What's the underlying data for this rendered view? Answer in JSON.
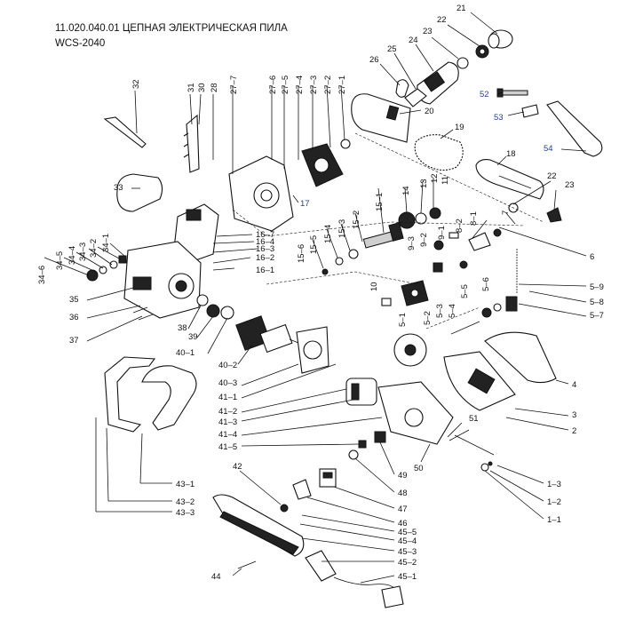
{
  "header": {
    "title": "11.020.040.01 ЦЕПНАЯ ЭЛЕКТРИЧЕСКАЯ ПИЛА",
    "model": "WCS-2040"
  },
  "labels": {
    "l21": "21",
    "l22a": "22",
    "l23a": "23",
    "l24": "24",
    "l25": "25",
    "l26": "26",
    "l20": "20",
    "l19": "19",
    "l18": "18",
    "l22b": "22",
    "l23b": "23",
    "l52": "52",
    "l53": "53",
    "l54": "54",
    "l32": "32",
    "l31": "31",
    "l30": "30",
    "l28": "28",
    "l27_7": "27–7",
    "l27_6": "27–6",
    "l27_5": "27–5",
    "l27_4": "27–4",
    "l27_3": "27–3",
    "l27_2": "27–2",
    "l27_1": "27–1",
    "l33": "33",
    "l17": "17",
    "l16_1": "16–1",
    "l16_2": "16–2",
    "l16_3": "16–3",
    "l16_4": "16–4",
    "l16_7": "16–7",
    "l15_1": "15–1",
    "l15_2": "15–2",
    "l15_3": "15–3",
    "l15_4": "15–4",
    "l15_5": "15–5",
    "l15_6": "15–6",
    "l14": "14",
    "l13": "13",
    "l12": "12",
    "l11": "11",
    "l10": "10",
    "l9_1": "9–1",
    "l9_2": "9–2",
    "l9_3": "9–3",
    "l8_1": "8–1",
    "l8_2": "8–2",
    "l7": "7",
    "l6": "6",
    "l5_1": "5–1",
    "l5_2": "5–2",
    "l5_3": "5–3",
    "l5_4": "5–4",
    "l5_5": "5–5",
    "l5_6": "5–6",
    "l5_7": "5–7",
    "l5_8": "5–8",
    "l5_9": "5–9",
    "l34_1": "34–1",
    "l34_2": "34–2",
    "l34_3": "34–3",
    "l34_4": "34–4",
    "l34_5": "34–5",
    "l34_6": "34–6",
    "l35": "35",
    "l36": "36",
    "l37": "37",
    "l38": "38",
    "l39": "39",
    "l40_1": "40–1",
    "l40_2": "40–2",
    "l40_3": "40–3",
    "l41_1": "41–1",
    "l41_2": "41–2",
    "l41_3": "41–3",
    "l41_4": "41–4",
    "l41_5": "41–5",
    "l4": "4",
    "l3": "3",
    "l2": "2",
    "l51": "51",
    "l50": "50",
    "l49": "49",
    "l48": "48",
    "l47": "47",
    "l46": "46",
    "l1_1": "1–1",
    "l1_2": "1–2",
    "l1_3": "1–3",
    "l42": "42",
    "l43_1": "43–1",
    "l43_2": "43–2",
    "l43_3": "43–3",
    "l44": "44",
    "l45_1": "45–1",
    "l45_2": "45–2",
    "l45_3": "45–3",
    "l45_4": "45–4",
    "l45_5": "45–5"
  }
}
